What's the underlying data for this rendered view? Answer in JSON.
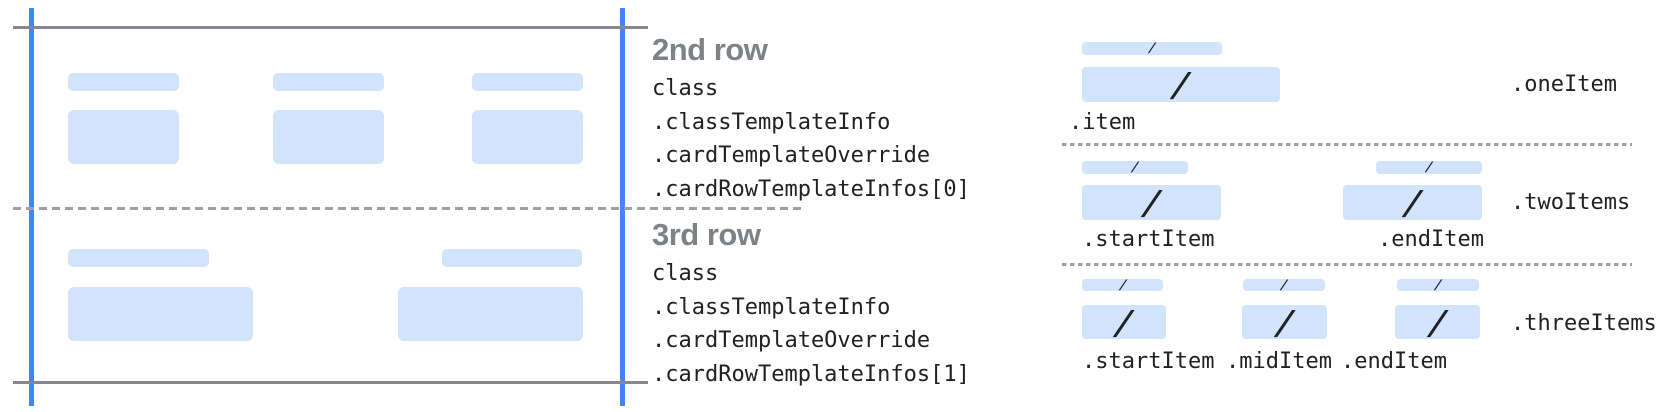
{
  "colors": {
    "placeholder_fill": "#d2e3fc",
    "guide_blue": "#4285f4",
    "rule_gray": "#85898d",
    "dash_gray": "#9aa0a6",
    "heading_gray": "#7d8287",
    "code_text": "#202124"
  },
  "slash": "/",
  "middle_column": {
    "sections": [
      {
        "heading": "2nd row",
        "code_lines": [
          "class",
          ".classTemplateInfo",
          ".cardTemplateOverride",
          ".cardRowTemplateInfos[0]"
        ]
      },
      {
        "heading": "3rd row",
        "code_lines": [
          "class",
          ".classTemplateInfo",
          ".cardTemplateOverride",
          ".cardRowTemplateInfos[1]"
        ]
      }
    ]
  },
  "right_panel": {
    "sections": [
      {
        "row_label": ".oneItem",
        "item_labels": [
          ".item"
        ]
      },
      {
        "row_label": ".twoItems",
        "item_labels": [
          ".startItem",
          ".endItem"
        ]
      },
      {
        "row_label": ".threeItems",
        "item_labels": [
          ".startItem",
          ".midItem",
          ".endItem"
        ]
      }
    ]
  }
}
